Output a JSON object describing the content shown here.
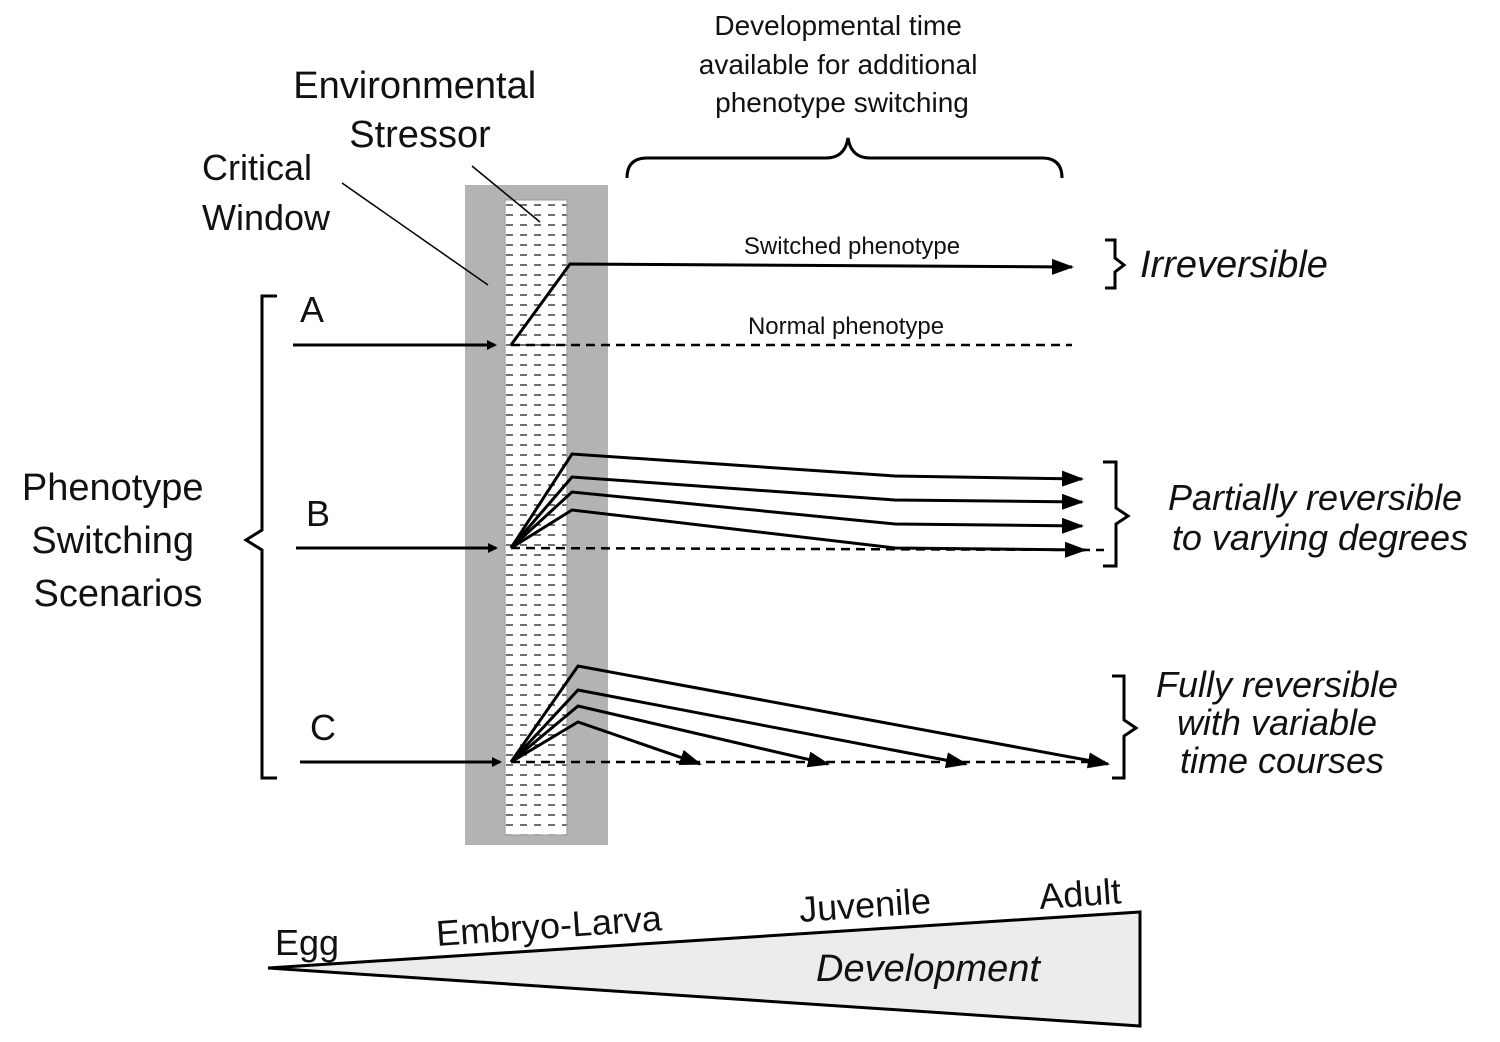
{
  "labels": {
    "environmental_stressor": [
      "Environmental",
      "Stressor"
    ],
    "critical_window": [
      "Critical",
      "Window"
    ],
    "developmental_time": [
      "Developmental time",
      "available  for additional",
      "phenotype switching"
    ],
    "switched_phenotype": "Switched phenotype",
    "normal_phenotype": "Normal phenotype",
    "scenarios": [
      "Phenotype",
      "Switching",
      "Scenarios"
    ],
    "scenario_a": "A",
    "scenario_b": "B",
    "scenario_c": "C"
  },
  "outcomes": {
    "a": [
      "Irreversible"
    ],
    "b": [
      "Partially reversible",
      "to varying degrees"
    ],
    "c": [
      "Fully reversible",
      "with variable",
      "time courses"
    ]
  },
  "development": {
    "stages": [
      "Egg",
      "Embryo-Larva",
      "Juvenile",
      "Adult"
    ],
    "axis_label": "Development"
  },
  "colors": {
    "window_shade": "#b3b3b3",
    "wedge_fill": "#ececec"
  }
}
